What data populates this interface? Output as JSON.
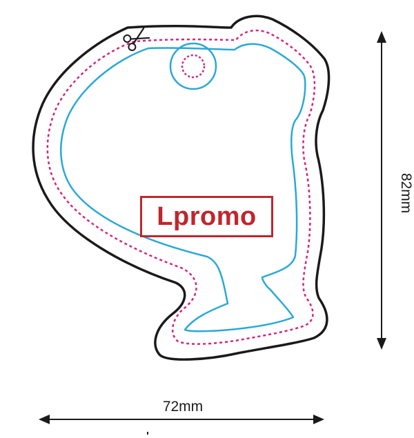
{
  "logo": {
    "text": "Lpromo"
  },
  "dimensions": {
    "width_label": "72mm",
    "height_label": "82mm"
  },
  "icons": {
    "cut": "scissors-icon"
  },
  "colors": {
    "outline": "#1a1a1a",
    "cut_line": "#d4237a",
    "safe_line": "#29a8d8",
    "logo": "#c0262d"
  }
}
